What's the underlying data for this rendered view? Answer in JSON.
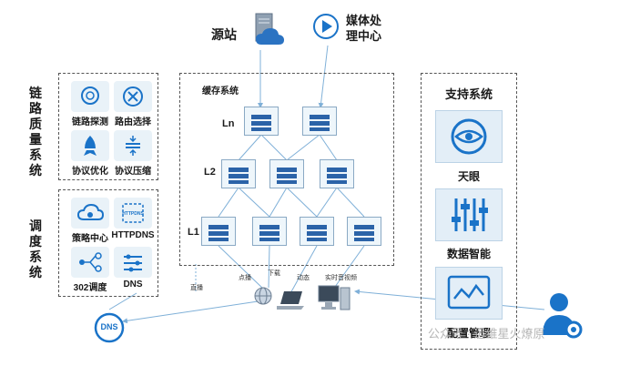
{
  "top": {
    "origin_label": "源站",
    "media_label": "媒体处理中心"
  },
  "link_quality": {
    "title": "链路质量系统",
    "items": [
      "链路探测",
      "路由选择",
      "协议优化",
      "协议压缩"
    ]
  },
  "dispatch": {
    "title": "调度系统",
    "items": [
      "策略中心",
      "HTTPDNS",
      "302调度",
      "DNS"
    ],
    "tile_text": "HTTPDNS"
  },
  "cache": {
    "title": "缓存系统",
    "levels": [
      "Ln",
      "L2",
      "L1"
    ],
    "flows": [
      "点播",
      "下载",
      "动态",
      "实时音视频",
      "直播"
    ]
  },
  "support": {
    "title": "支持系统",
    "items": [
      "天眼",
      "数据智能",
      "配置管理"
    ]
  },
  "dns_node": "DNS",
  "watermark": "公众号 · 运维星火燎原",
  "colors": {
    "accent": "#1a73c8",
    "tile_bg": "#e9f2f8",
    "line": "#7fb0d8"
  }
}
